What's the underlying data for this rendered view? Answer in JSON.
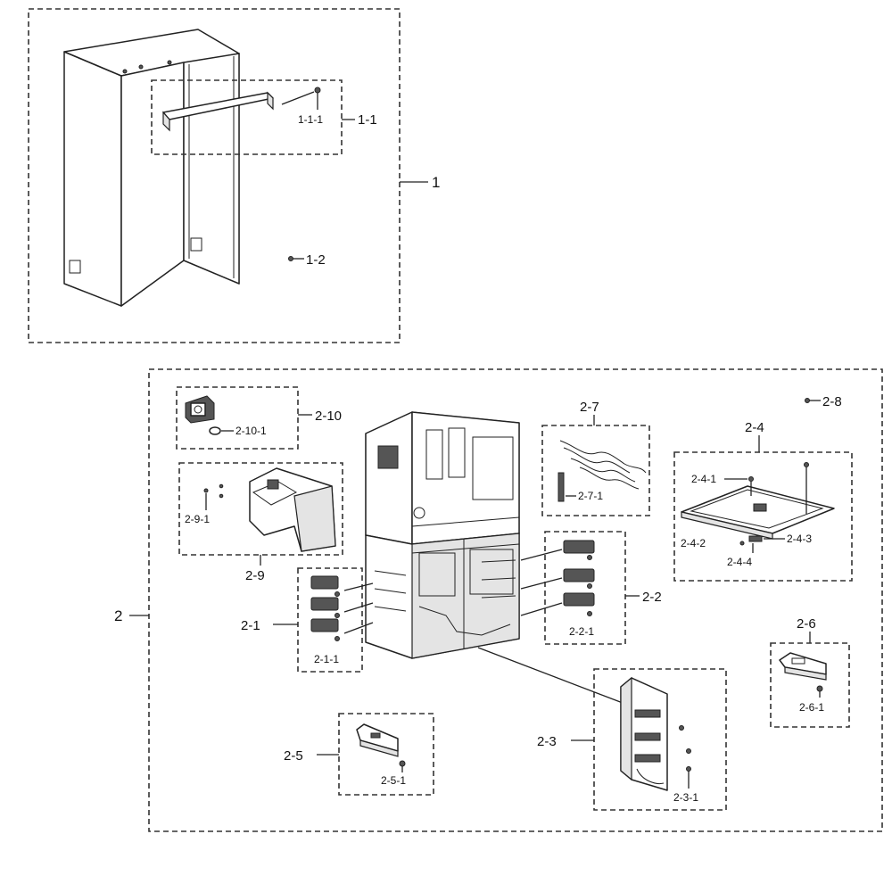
{
  "labels": {
    "l_1": "1",
    "l_1_1": "1-1",
    "l_1_1_1": "1-1-1",
    "l_1_2": "1-2",
    "l_2": "2",
    "l_2_1": "2-1",
    "l_2_1_1": "2-1-1",
    "l_2_2": "2-2",
    "l_2_2_1": "2-2-1",
    "l_2_3": "2-3",
    "l_2_3_1": "2-3-1",
    "l_2_4": "2-4",
    "l_2_4_1": "2-4-1",
    "l_2_4_2": "2-4-2",
    "l_2_4_3": "2-4-3",
    "l_2_4_4": "2-4-4",
    "l_2_5": "2-5",
    "l_2_5_1": "2-5-1",
    "l_2_6": "2-6",
    "l_2_6_1": "2-6-1",
    "l_2_7": "2-7",
    "l_2_7_1": "2-7-1",
    "l_2_8": "2-8",
    "l_2_9": "2-9",
    "l_2_9_1": "2-9-1",
    "l_2_10": "2-10",
    "l_2_10_1": "2-10-1"
  },
  "colors": {
    "line": "#222222",
    "background": "#ffffff"
  }
}
